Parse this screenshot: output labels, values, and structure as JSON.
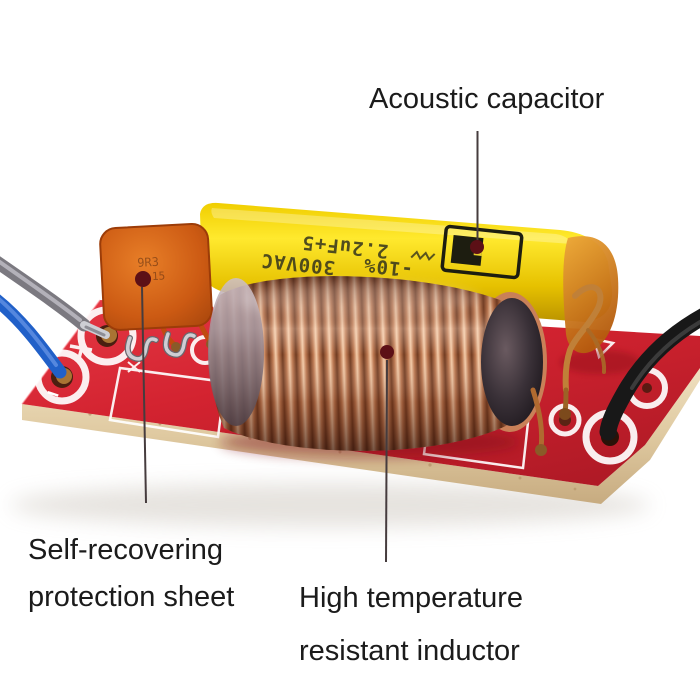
{
  "background_color": "#ffffff",
  "annotations": {
    "capacitor": {
      "label": "Acoustic capacitor"
    },
    "protection_sheet": {
      "line1": "Self-recovering",
      "line2": "protection sheet"
    },
    "inductor": {
      "line1": "High temperature",
      "line2": "resistant inductor"
    }
  },
  "annotation_style": {
    "line_color": "#463c3e",
    "dot_color": "#5c1016",
    "text_color": "#1b1b1b"
  },
  "board": {
    "pcb_color": "#d32430",
    "edge_color": "#dfc9a0",
    "silkscreen_color": "#ffffff",
    "silkscreen": {
      "plus": "+",
      "minus": "−"
    }
  },
  "capacitor": {
    "body_color": "#ffd900",
    "end_cap_color": "#d98a1e",
    "print_line1": "2.2uF+5",
    "print_line2": "-10%",
    "print_line3": "300VAC"
  },
  "ptc": {
    "body_color": "#d2601a",
    "marking_line1": "9R3",
    "marking_line2": "15"
  },
  "inductor": {
    "copper_color": "#c87f56"
  },
  "wires": {
    "left_gray": "#7b7980",
    "left_blue": "#2160c8",
    "right_black": "#181818"
  }
}
